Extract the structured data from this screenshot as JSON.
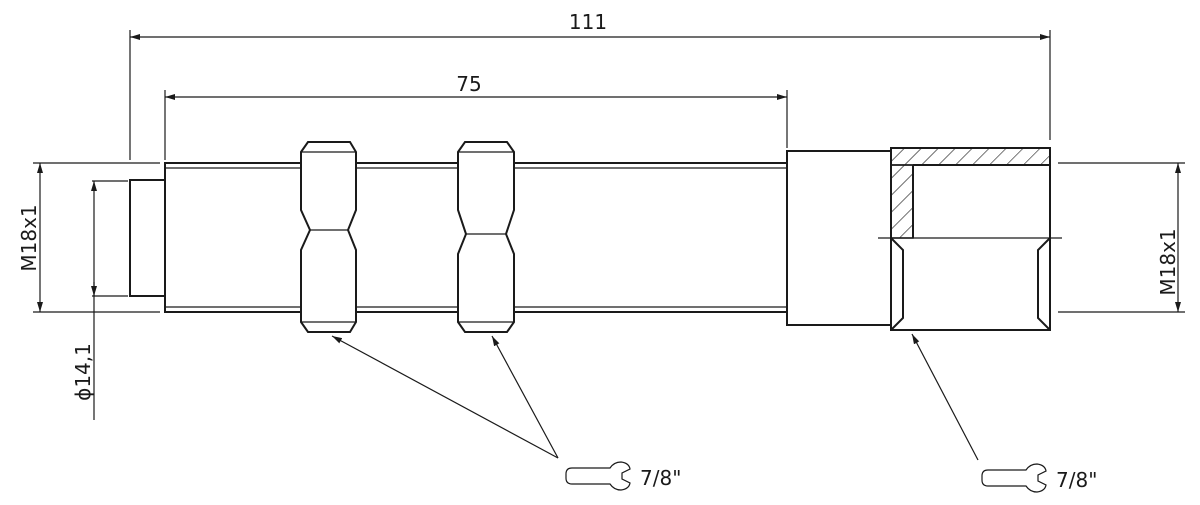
{
  "dimensions": {
    "overall_length": "111",
    "thread_length": "75",
    "left_thread": "M18x1",
    "right_thread": "M18x1",
    "face_diameter": "ϕ14,1"
  },
  "wrench_callouts": [
    {
      "icon": "open-end-wrench-icon",
      "label": "7/8\""
    },
    {
      "icon": "open-end-wrench-icon",
      "label": "7/8\""
    }
  ],
  "colors": {
    "line": "#1a1a1a",
    "background": "#ffffff"
  }
}
